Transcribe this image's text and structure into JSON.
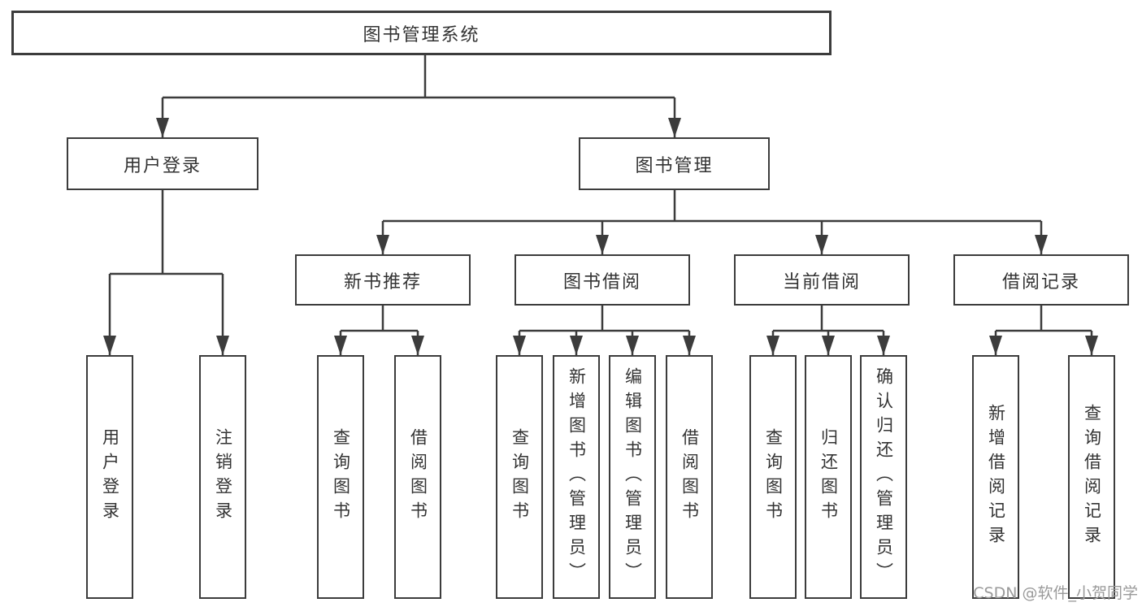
{
  "nodes": {
    "root": "图书管理系统",
    "user_login": "用户登录",
    "book_mgmt": "图书管理",
    "new_books": "新书推荐",
    "book_borrow": "图书借阅",
    "current_borrow": "当前借阅",
    "borrow_records": "借阅记录",
    "leaves": {
      "ul_login": "用户登录",
      "ul_logout": "注销登录",
      "nb_query": "查询图书",
      "nb_borrow": "借阅图书",
      "bb_query": "查询图书",
      "bb_add": "新增图书（管理员）",
      "bb_edit": "编辑图书（管理员）",
      "bb_borrow": "借阅图书",
      "cb_query": "查询图书",
      "cb_return": "归还图书",
      "cb_confirm": "确认归还（管理员）",
      "br_add": "新增借阅记录",
      "br_query": "查询借阅记录"
    }
  },
  "colors": {
    "line": "#3c3c3c",
    "box_fill": "#ffffff",
    "text": "#333333",
    "watermark": "#9a9a9a"
  },
  "watermark": "CSDN @软件_小贺同学"
}
